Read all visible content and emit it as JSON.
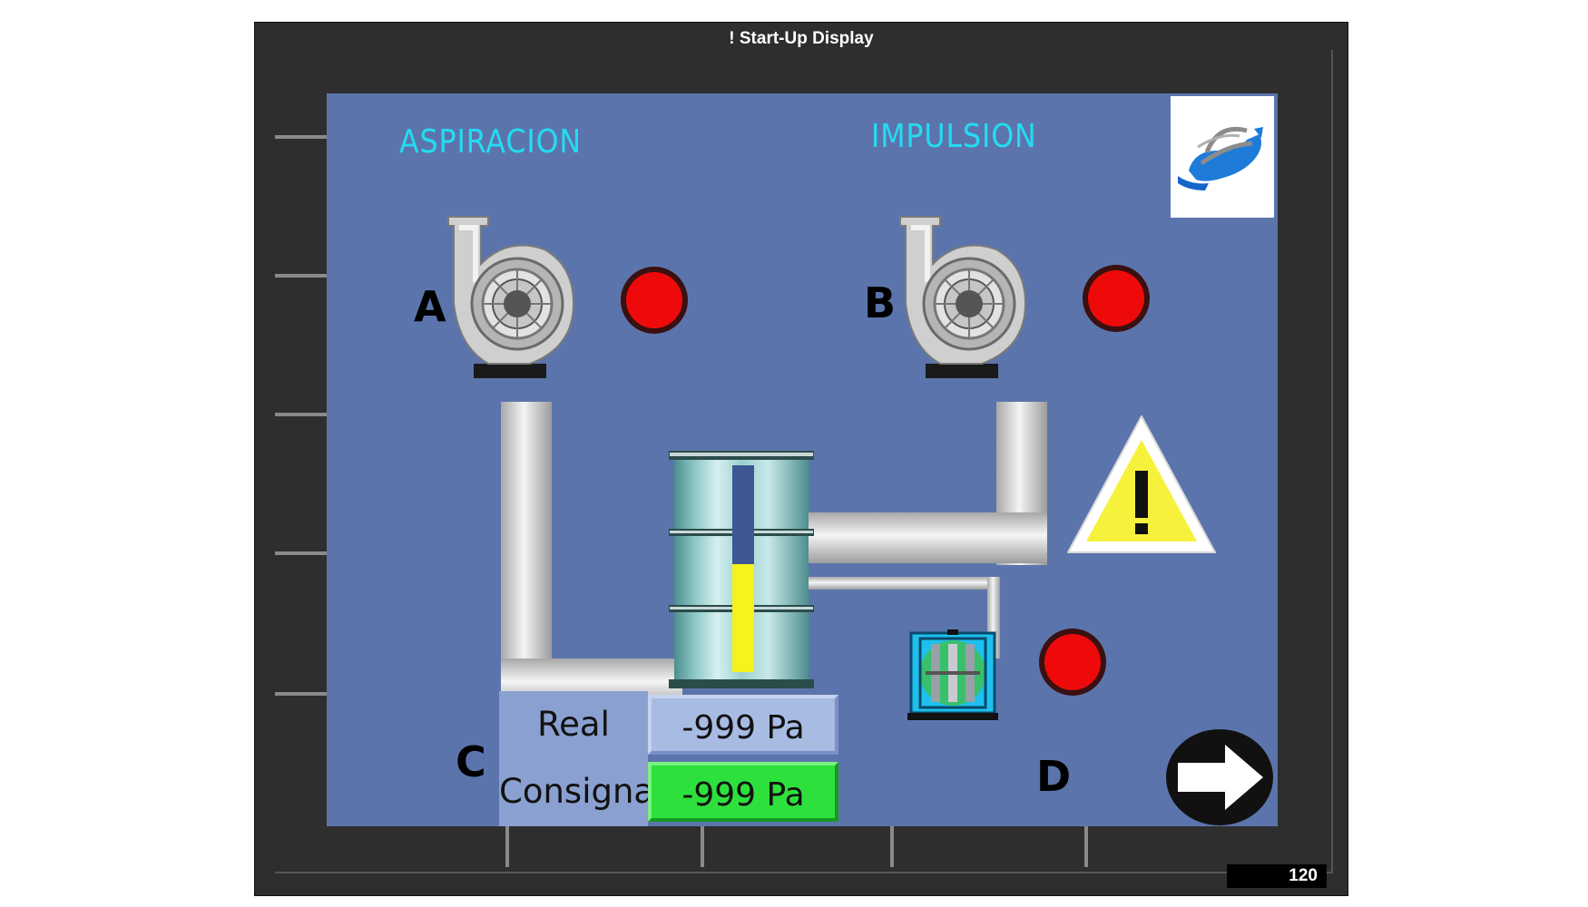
{
  "window": {
    "title": "! Start-Up Display",
    "counter": "120"
  },
  "panel": {
    "left_heading": "ASPIRACION",
    "right_heading": "IMPULSION",
    "labels": {
      "a": "A",
      "b": "B",
      "c": "C",
      "d": "D"
    },
    "tank_level": 0.52,
    "readout": {
      "real_label": "Real",
      "real_value": "-999 Pa",
      "setpoint_label": "Consigna",
      "setpoint_value": "-999 Pa"
    }
  },
  "colors": {
    "panel_bg": "#5b75ac",
    "heading": "#24dcf2",
    "status_red": "#ee0a0a",
    "setpoint_green": "#2ee03c",
    "tank_fill": "#f5f21c"
  },
  "icons": [
    "logo-icon",
    "fan-a-icon",
    "fan-b-icon",
    "status-led-icon",
    "tank-icon",
    "damper-icon",
    "warning-icon",
    "next-arrow-icon"
  ]
}
